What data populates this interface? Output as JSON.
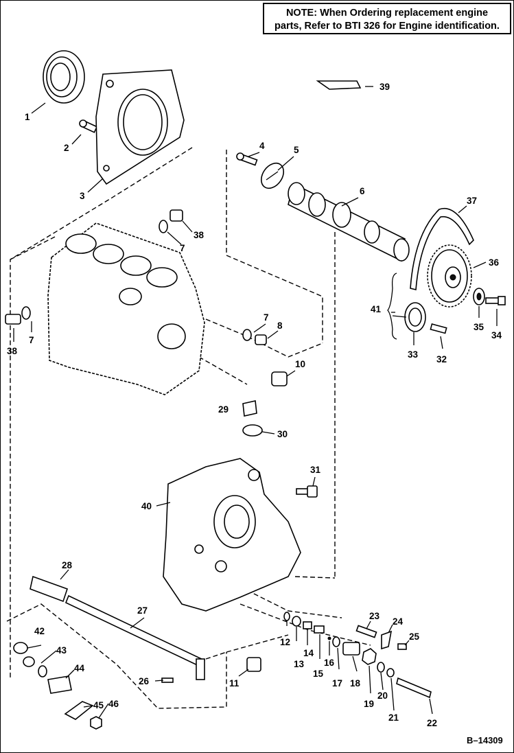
{
  "note": {
    "lead": "NOTE:",
    "line1": " When Ordering replacement engine",
    "line2": "parts, Refer to BTI 326 for Engine identification."
  },
  "figure_number": "B–14309",
  "callouts": {
    "c1": "1",
    "c2": "2",
    "c3": "3",
    "c4": "4",
    "c5": "5",
    "c6": "6",
    "c7a": "7",
    "c7b": "7",
    "c7c": "7",
    "c8": "8",
    "c10": "10",
    "c11": "11",
    "c12": "12",
    "c13": "13",
    "c14": "14",
    "c15": "15",
    "c16": "16",
    "c17": "17",
    "c18": "18",
    "c19": "19",
    "c20": "20",
    "c21": "21",
    "c22": "22",
    "c23": "23",
    "c24": "24",
    "c25": "25",
    "c26": "26",
    "c27": "27",
    "c28": "28",
    "c29": "29",
    "c30": "30",
    "c31": "31",
    "c32": "32",
    "c33": "33",
    "c34": "34",
    "c35": "35",
    "c36": "36",
    "c37": "37",
    "c38a": "38",
    "c38b": "38",
    "c39": "39",
    "c40": "40",
    "c41": "41",
    "c42": "42",
    "c43": "43",
    "c44": "44",
    "c45": "45",
    "c46": "46"
  }
}
